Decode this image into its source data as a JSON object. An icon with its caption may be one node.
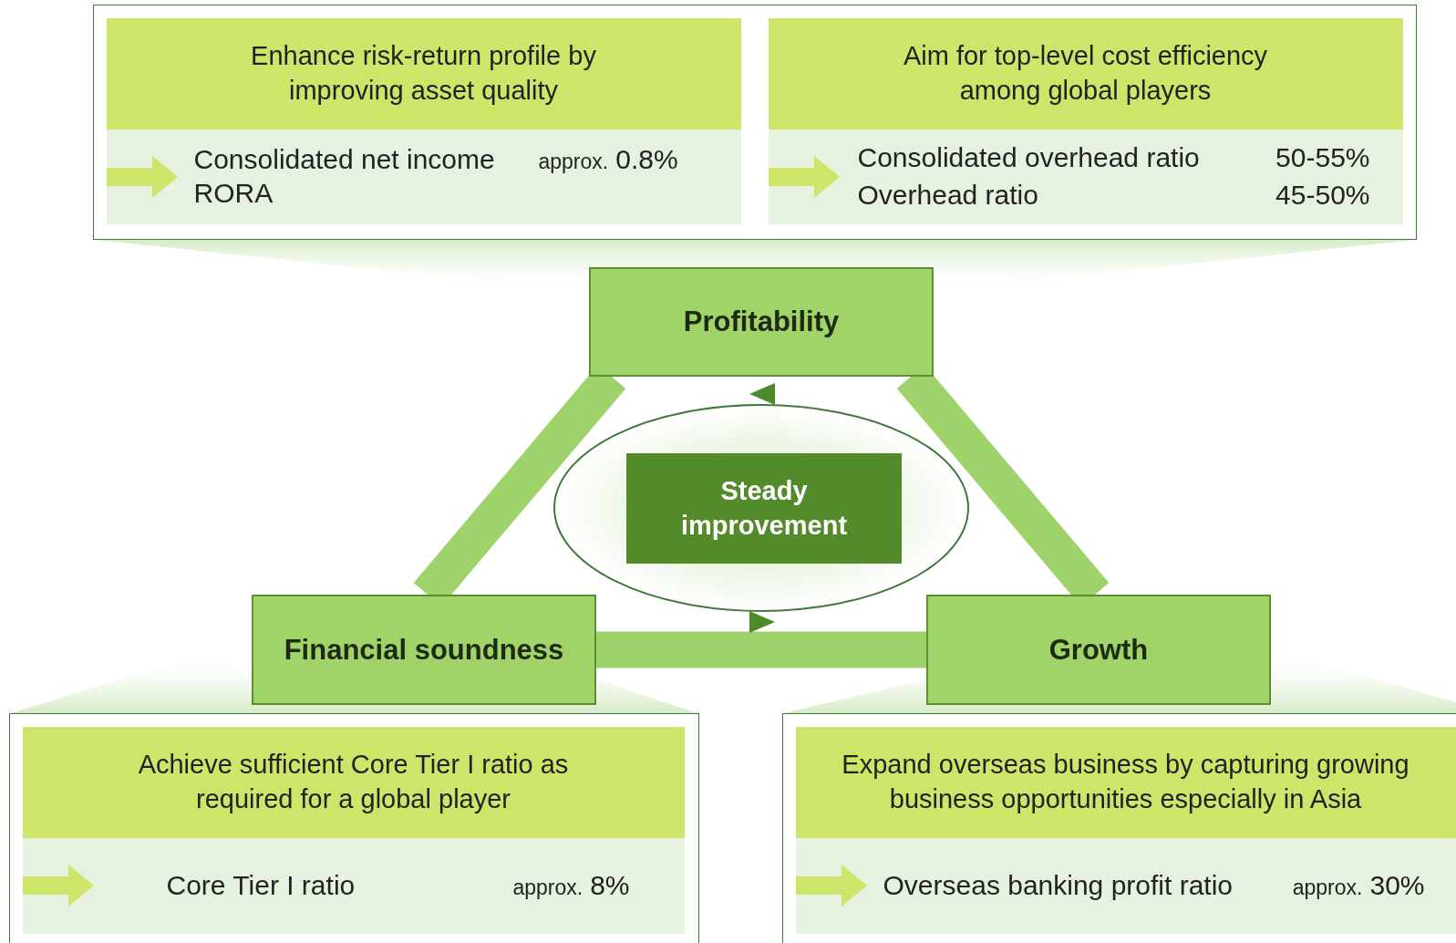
{
  "diagram": {
    "nodes": [
      {
        "text": [],
        "shape": "box"
      },
      {
        "text": [
          "Enhance risk-return profile by improving asset quality"
        ],
        "in": 0
      },
      {
        "text": [
          "Consolidated net income RORA",
          "approx.",
          "0.8%"
        ],
        "in": 0
      },
      {
        "text": [
          "Aim for top-level cost efficiency among global players"
        ],
        "in": 0
      },
      {
        "text": [
          "Consolidated overhead ratio",
          "50-55%",
          "Overhead ratio",
          "45-50%"
        ],
        "in": 0
      },
      {
        "text": [
          "Profitability"
        ]
      },
      {
        "text": [
          "Financial soundness"
        ]
      },
      {
        "text": [
          "Growth"
        ]
      },
      {
        "text": [
          "Steady improvement"
        ]
      },
      {
        "text": [],
        "shape": "box"
      },
      {
        "text": [
          "Achieve sufficient Core Tier I ratio as required for a global player"
        ],
        "in": 9
      },
      {
        "text": [
          "Core Tier I ratio",
          "approx.",
          "8%"
        ],
        "in": 9
      },
      {
        "text": [],
        "shape": "box"
      },
      {
        "text": [
          "Expand overseas business by capturing growing business opportunities especially in Asia"
        ],
        "in": 12
      },
      {
        "text": [
          "Overseas banking profit ratio",
          "approx.",
          "30%"
        ],
        "in": 12
      }
    ],
    "edges": [
      {
        "from": 5,
        "to": 6,
        "arrow": "none"
      },
      {
        "from": 5,
        "to": 7,
        "arrow": "none"
      },
      {
        "from": 6,
        "to": 7,
        "arrow": "none"
      }
    ]
  }
}
